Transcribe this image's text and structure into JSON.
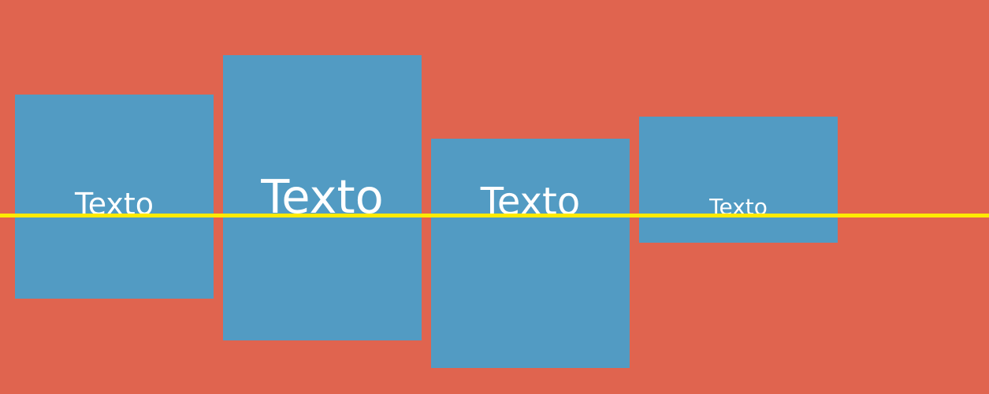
{
  "colors": {
    "background": "#e0644f",
    "box": "#529bc3",
    "text": "#ffffff",
    "baseline": "#ffea00"
  },
  "boxes": [
    {
      "label": "Texto"
    },
    {
      "label": "Texto"
    },
    {
      "label": "Texto"
    },
    {
      "label": "Texto"
    }
  ]
}
